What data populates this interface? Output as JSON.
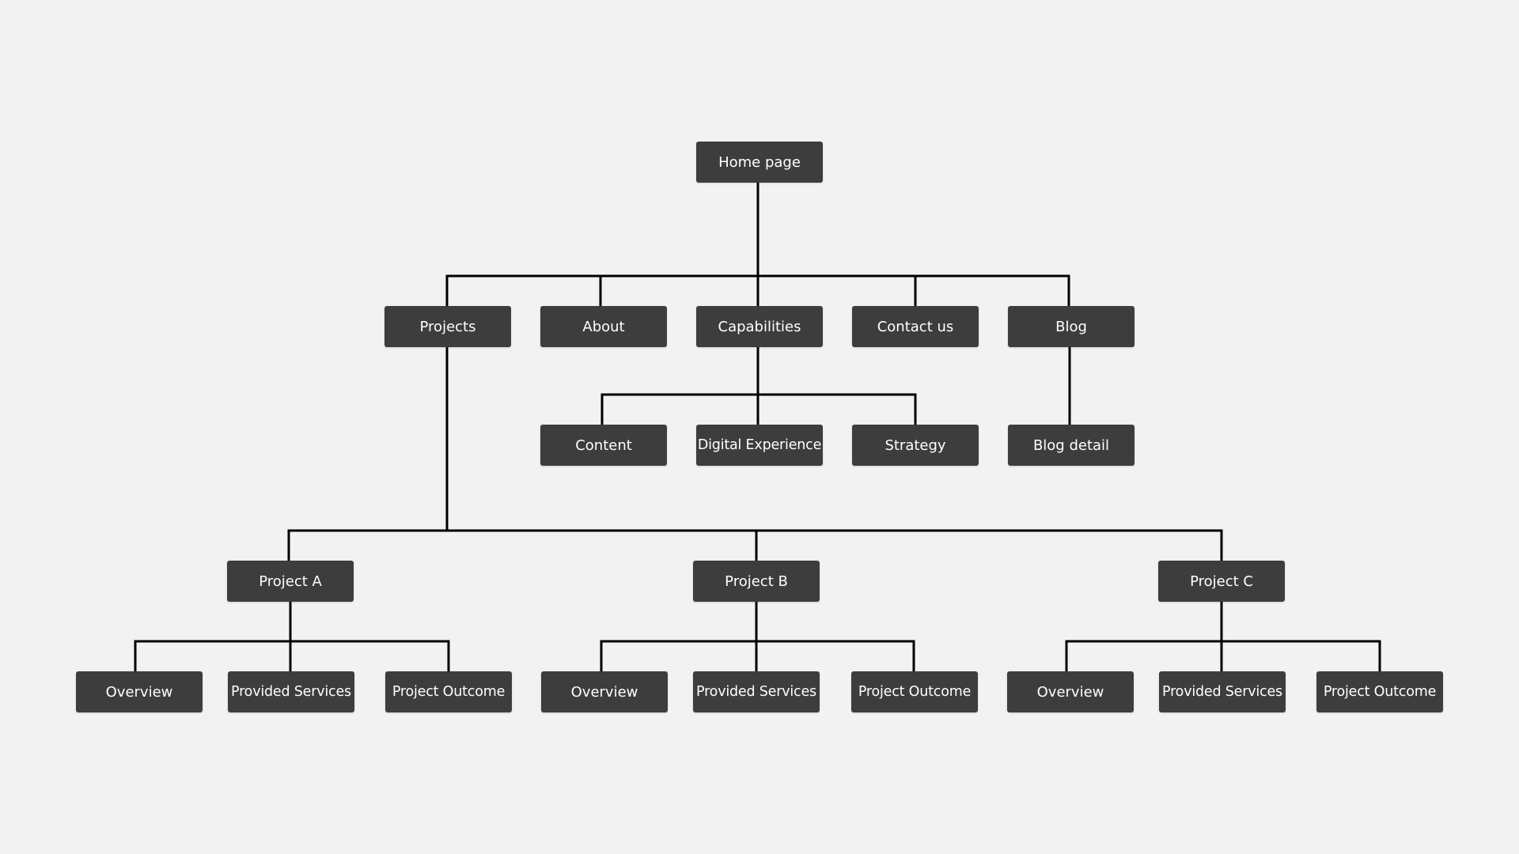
{
  "nodes": {
    "home": "Home page",
    "projects": "Projects",
    "about": "About",
    "capabilities": "Capabilities",
    "contact": "Contact us",
    "blog": "Blog",
    "content": "Content",
    "digital_experience": "Digital Experience",
    "strategy": "Strategy",
    "blog_detail": "Blog detail",
    "project_a": "Project A",
    "project_b": "Project B",
    "project_c": "Project C",
    "a_overview": "Overview",
    "a_provided_services": "Provided Services",
    "a_project_outcome": "Project Outcome",
    "b_overview": "Overview",
    "b_provided_services": "Provided Services",
    "b_project_outcome": "Project Outcome",
    "c_overview": "Overview",
    "c_provided_services": "Provided Services",
    "c_project_outcome": "Project Outcome"
  },
  "colors": {
    "background": "#f2f2f2",
    "node_fill": "#3d3d3d",
    "node_text": "#ffffff",
    "connector": "#000000"
  }
}
